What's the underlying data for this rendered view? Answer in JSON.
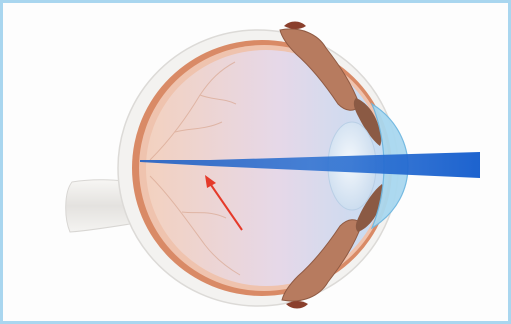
{
  "figure": {
    "frame_color": "#a9d6ef",
    "colors": {
      "optic_nerve": "#eceae8",
      "sclera": "#f2f1ef",
      "choroid": "#d98a66",
      "retina": "#f0c7b4",
      "vitreous_warm": "#f3d3c2",
      "vitreous_cool": "#c9dff2",
      "iris": "#9c6a52",
      "lens": "#dbe8f5",
      "cornea": "#9fd4ef",
      "light_ray": "#1e5fc2",
      "pointer_arrow": "#e53a2a"
    },
    "parts": [
      "optic-nerve",
      "sclera",
      "choroid",
      "retina",
      "vitreous-body",
      "ciliary-body",
      "iris",
      "lens",
      "cornea",
      "light-ray",
      "focal-point-arrow"
    ]
  }
}
